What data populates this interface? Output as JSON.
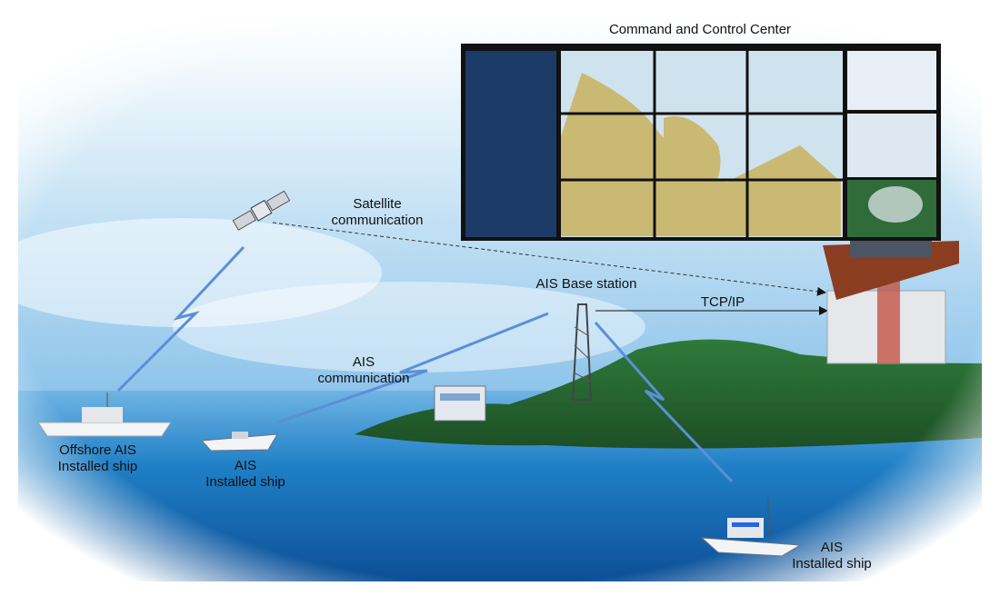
{
  "title": "Command and Control Center",
  "labels": {
    "satellite": [
      "Satellite",
      "communication"
    ],
    "ais_base": "AIS Base station",
    "tcpip": "TCP/IP",
    "ais_comm": [
      "AIS",
      "communication"
    ],
    "offshore_ship": [
      "Offshore AIS",
      "Installed ship"
    ],
    "ais_ship_1": [
      "AIS",
      "Installed ship"
    ],
    "ais_ship_2": [
      "AIS",
      "Installed ship"
    ]
  },
  "colors": {
    "sky": "#bfe0f4",
    "sea": "#1d6fb8",
    "island": "#2f7a3a",
    "link": "#5b8fd6"
  }
}
